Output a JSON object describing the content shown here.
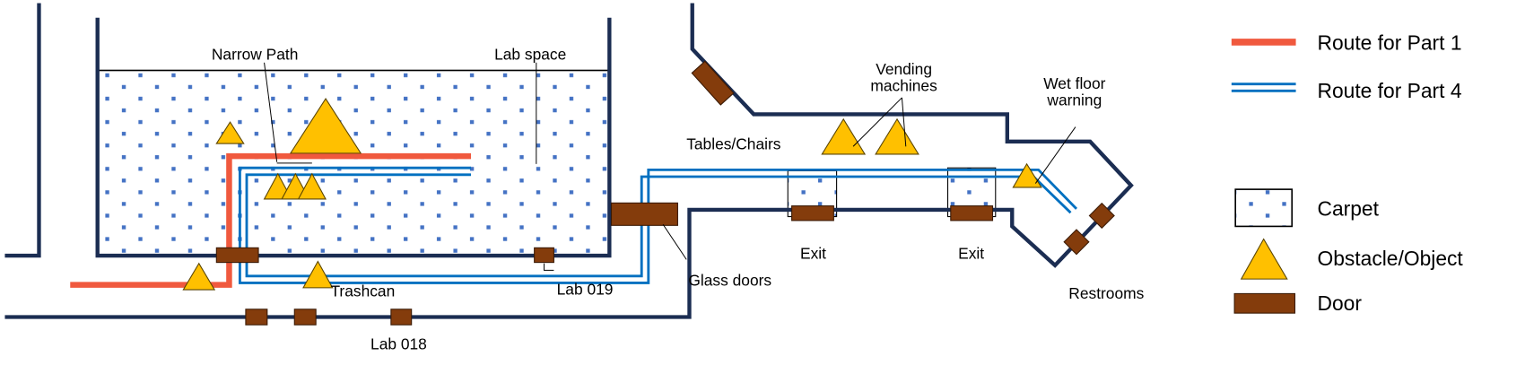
{
  "labels": {
    "narrow_path": "Narrow Path",
    "lab_space": "Lab space",
    "trashcan": "Trashcan",
    "lab_019": "Lab 019",
    "lab_018": "Lab 018",
    "glass_doors": "Glass doors",
    "tables_chairs": "Tables/Chairs",
    "vending_line1": "Vending",
    "vending_line2": "machines",
    "exit_1": "Exit",
    "exit_2": "Exit",
    "wet_floor_line1": "Wet floor",
    "wet_floor_line2": "warning",
    "restrooms": "Restrooms"
  },
  "legend": {
    "route_part1": "Route for Part 1",
    "route_part4": "Route for Part 4",
    "carpet": "Carpet",
    "obstacle": "Obstacle/Object",
    "door": "Door"
  },
  "colors": {
    "wall": "#1b2d52",
    "route_part1": "#f0593e",
    "route_part4": "#0070c0",
    "carpet_dot": "#4472c4",
    "obstacle": "#ffc000",
    "door": "#843c0c"
  }
}
